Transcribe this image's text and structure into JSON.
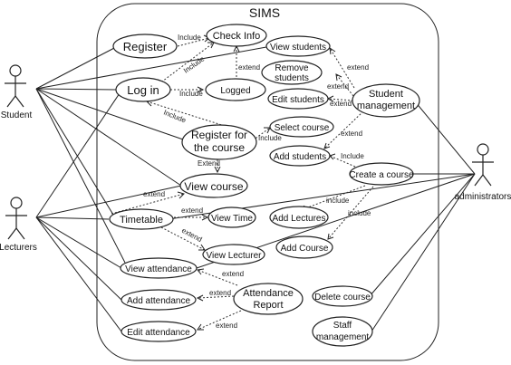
{
  "system": {
    "title": "SIMS"
  },
  "actors": {
    "student": "Student",
    "lecturers": "Lecturers",
    "administrators": "administrators"
  },
  "use_cases": {
    "register": "Register",
    "check_info": "Check Info",
    "log_in": "Log in",
    "logged": "Logged",
    "view_students": "View students",
    "remove_students_1": "Remove",
    "remove_students_2": "students",
    "edit_students": "Edit students",
    "student_management_1": "Student",
    "student_management_2": "management",
    "register_course_1": "Register for",
    "register_course_2": "the course",
    "select_course": "Select course",
    "add_students": "Add students",
    "create_course": "Create a course",
    "view_course": "View course",
    "timetable": "Timetable",
    "view_time": "View Time",
    "view_lecturer": "View Lecturer",
    "add_lectures": "Add Lectures",
    "add_course": "Add Course",
    "view_attendance": "View attendance",
    "add_attendance": "Add attendance",
    "edit_attendance": "Edit attendance",
    "attendance_report_1": "Attendance",
    "attendance_report_2": "Report",
    "delete_course": "Delete course",
    "staff_management_1": "Staff",
    "staff_management_2": "management"
  },
  "relations": {
    "include": "Include",
    "include_lc": "include",
    "extend": "extend",
    "extend_cap": "Extend"
  }
}
